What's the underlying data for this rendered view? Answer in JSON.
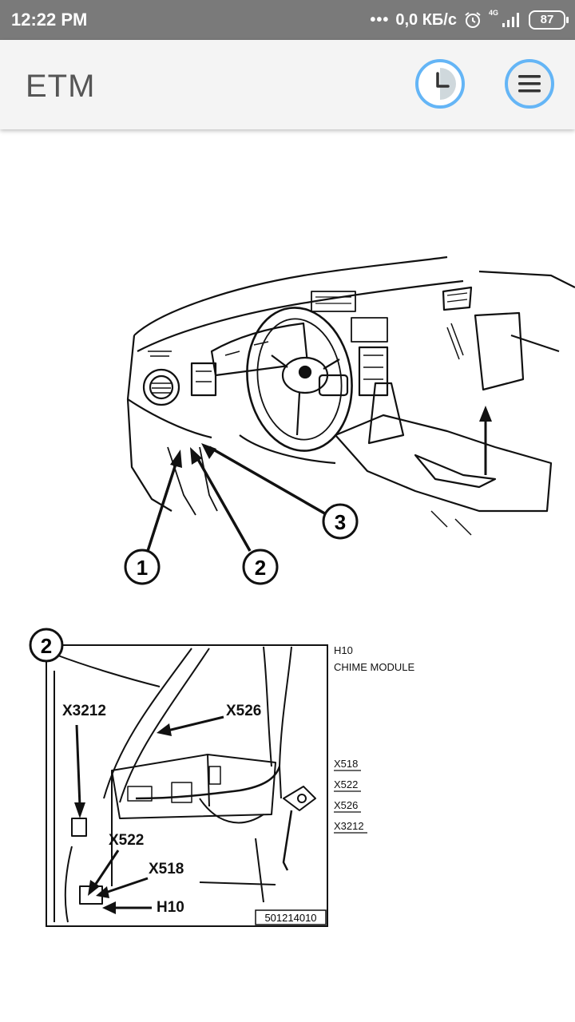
{
  "status_bar": {
    "time": "12:22 PM",
    "speed": "0,0 КБ/с",
    "network": "4G",
    "battery": "87"
  },
  "app_bar": {
    "title": "ETM",
    "history_icon": "clock-icon",
    "menu_icon": "hamburger-menu-icon"
  },
  "diagram": {
    "overview_callouts": [
      "1",
      "2",
      "3"
    ],
    "detail_callout": "2",
    "detail_labels": {
      "x3212": "X3212",
      "x526": "X526",
      "x522": "X522",
      "x518": "X518",
      "h10": "H10"
    },
    "figure_number": "501214010",
    "legend": {
      "code": "H10",
      "title": "CHIME MODULE",
      "items": [
        "X518",
        "X522",
        "X526",
        "X3212"
      ]
    }
  }
}
